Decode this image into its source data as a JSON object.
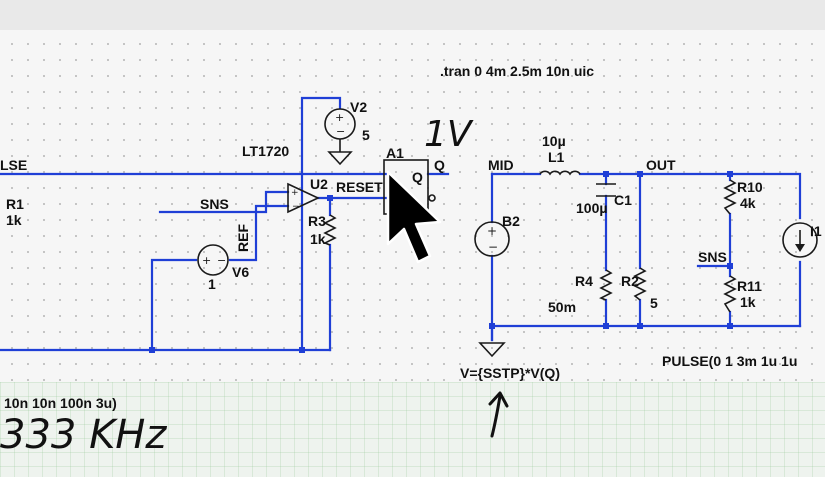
{
  "directive": ".tran 0 4m 2.5m 10n uic",
  "nets": {
    "pulse": "LSE",
    "sns_left": "SNS",
    "ref": "REF",
    "reset": "RESET",
    "q": "Q",
    "mid": "MID",
    "out": "OUT",
    "sns_right": "SNS"
  },
  "components": {
    "v2_name": "V2",
    "v2_value": "5",
    "u2_part": "LT1720",
    "u2_name": "U2",
    "r3_name": "R3",
    "r3_value": "1k",
    "v6_name": "V6",
    "v6_value": "1",
    "r1_name": "R1",
    "r1_value": "1k",
    "a1_name": "A1",
    "a1_pin_q": "Q",
    "l1_value": "10µ",
    "l1_name": "L1",
    "c1_value": "100µ",
    "c1_name": "C1",
    "b2_name": "B2",
    "r4_name": "R4",
    "r4_value": "50m",
    "r2_name": "R2",
    "r2_value": "5",
    "r10_name": "R10",
    "r10_value": "4k",
    "r11_name": "R11",
    "r11_value": "1k",
    "i1_name": "I1"
  },
  "expressions": {
    "b2": "V={SSTP}*V(Q)",
    "i1": "PULSE(0 1  3m 1u 1u",
    "pulse_left": "10n 10n 100n 3u)"
  },
  "annotations": {
    "handwritten_1v": "1V",
    "handwritten_freq": "333 KHz"
  },
  "colors": {
    "wire": "#1f3fd6",
    "component": "#1a1a1a",
    "background": "#f6f6f6"
  }
}
